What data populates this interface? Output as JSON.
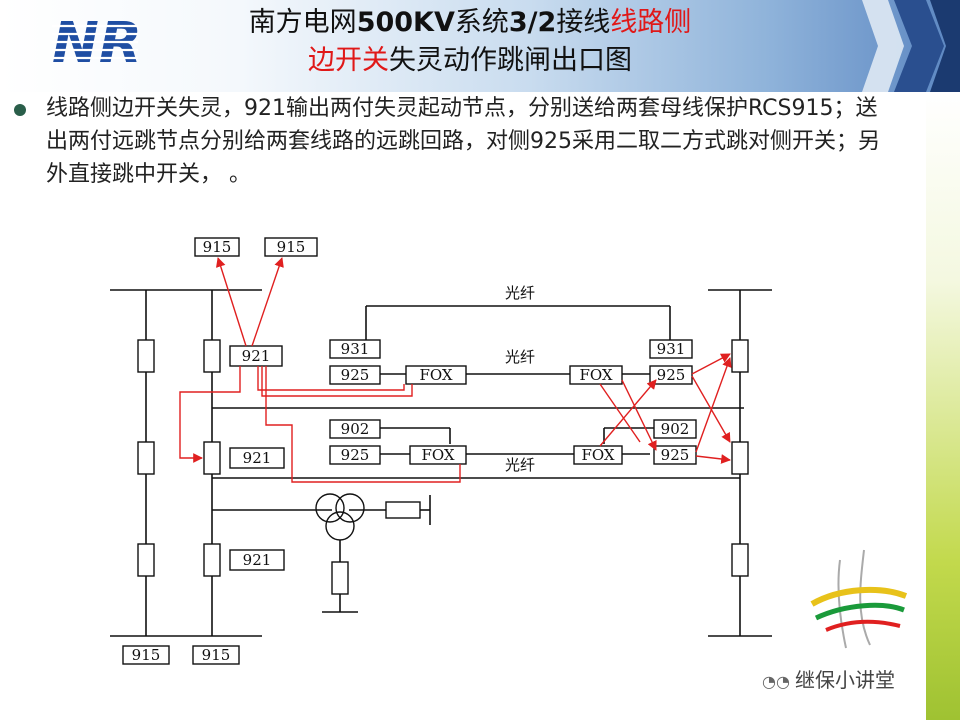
{
  "header": {
    "logo_text": "NR",
    "title_line1_pre": "南方电网",
    "title_line1_bold": "500KV",
    "title_line1_mid": "系统",
    "title_line1_bold2": "3/2",
    "title_line1_post": "接线",
    "title_line1_red": "线路侧",
    "title_line2_red": "边开关",
    "title_line2_post": "失灵动作跳闸出口图"
  },
  "content": {
    "paragraph": "线路侧边开关失灵，921输出两付失灵起动节点，分别送给两套母线保护RCS915；送出两付远跳节点分别给两套线路的远跳回路，对侧925采用二取二方式跳对侧开关；另外直接跳中开关，  。"
  },
  "diagram": {
    "top_915_left": "915",
    "top_915_right": "915",
    "bottom_915_left": "915",
    "bottom_915_right": "915",
    "fiber_top": "光纤",
    "fiber_mid": "光纤",
    "fiber_bottom": "光纤",
    "relay_921_top": "921",
    "relay_921_mid": "921",
    "relay_921_bottom": "921",
    "left_931": "931",
    "left_925_top": "925",
    "left_902": "902",
    "left_925_bottom": "925",
    "fox_left_top": "FOX",
    "fox_right_top": "FOX",
    "fox_left_bottom": "FOX",
    "fox_right_bottom": "FOX",
    "right_931": "931",
    "right_925_top": "925",
    "right_902": "902",
    "right_925_bottom": "925"
  },
  "watermark": {
    "text": "继保小讲堂"
  },
  "colors": {
    "trip_line": "#e02020",
    "wire": "#111111",
    "title_red": "#e01818",
    "logo_blue": "#1f4ea3"
  }
}
